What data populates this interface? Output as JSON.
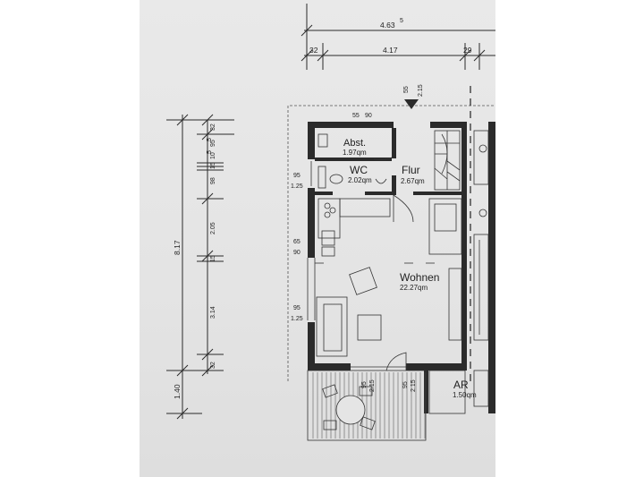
{
  "dimensions": {
    "top_total": "4.63",
    "top_total_sup": "5",
    "top_left": "32",
    "top_mid": "4.17",
    "top_right": "29",
    "entry_a": "55",
    "entry_b": "2.15",
    "left_total": "8.17",
    "left_segments": [
      "32",
      "95",
      "5",
      "10",
      "5",
      "98",
      "15",
      "2.05",
      "15",
      "3.14",
      "32"
    ],
    "left_bottom": "1.40",
    "win1_a": "55",
    "win1_b": "90",
    "win2_a": "95",
    "win2_b": "1.25",
    "win3_a": "65",
    "win3_b": "90",
    "win4_a": "95",
    "win4_b": "1.25",
    "door1_a": "95",
    "door1_b": "2.15",
    "door2_a": "95",
    "door2_b": "2.15"
  },
  "rooms": [
    {
      "name": "Abst.",
      "area": "1.97qm"
    },
    {
      "name": "WC",
      "area": "2.02qm"
    },
    {
      "name": "Flur",
      "area": "2.67qm"
    },
    {
      "name": "Wohnen",
      "area": "22.27qm"
    },
    {
      "name": "AR",
      "area": "1.50qm"
    }
  ]
}
